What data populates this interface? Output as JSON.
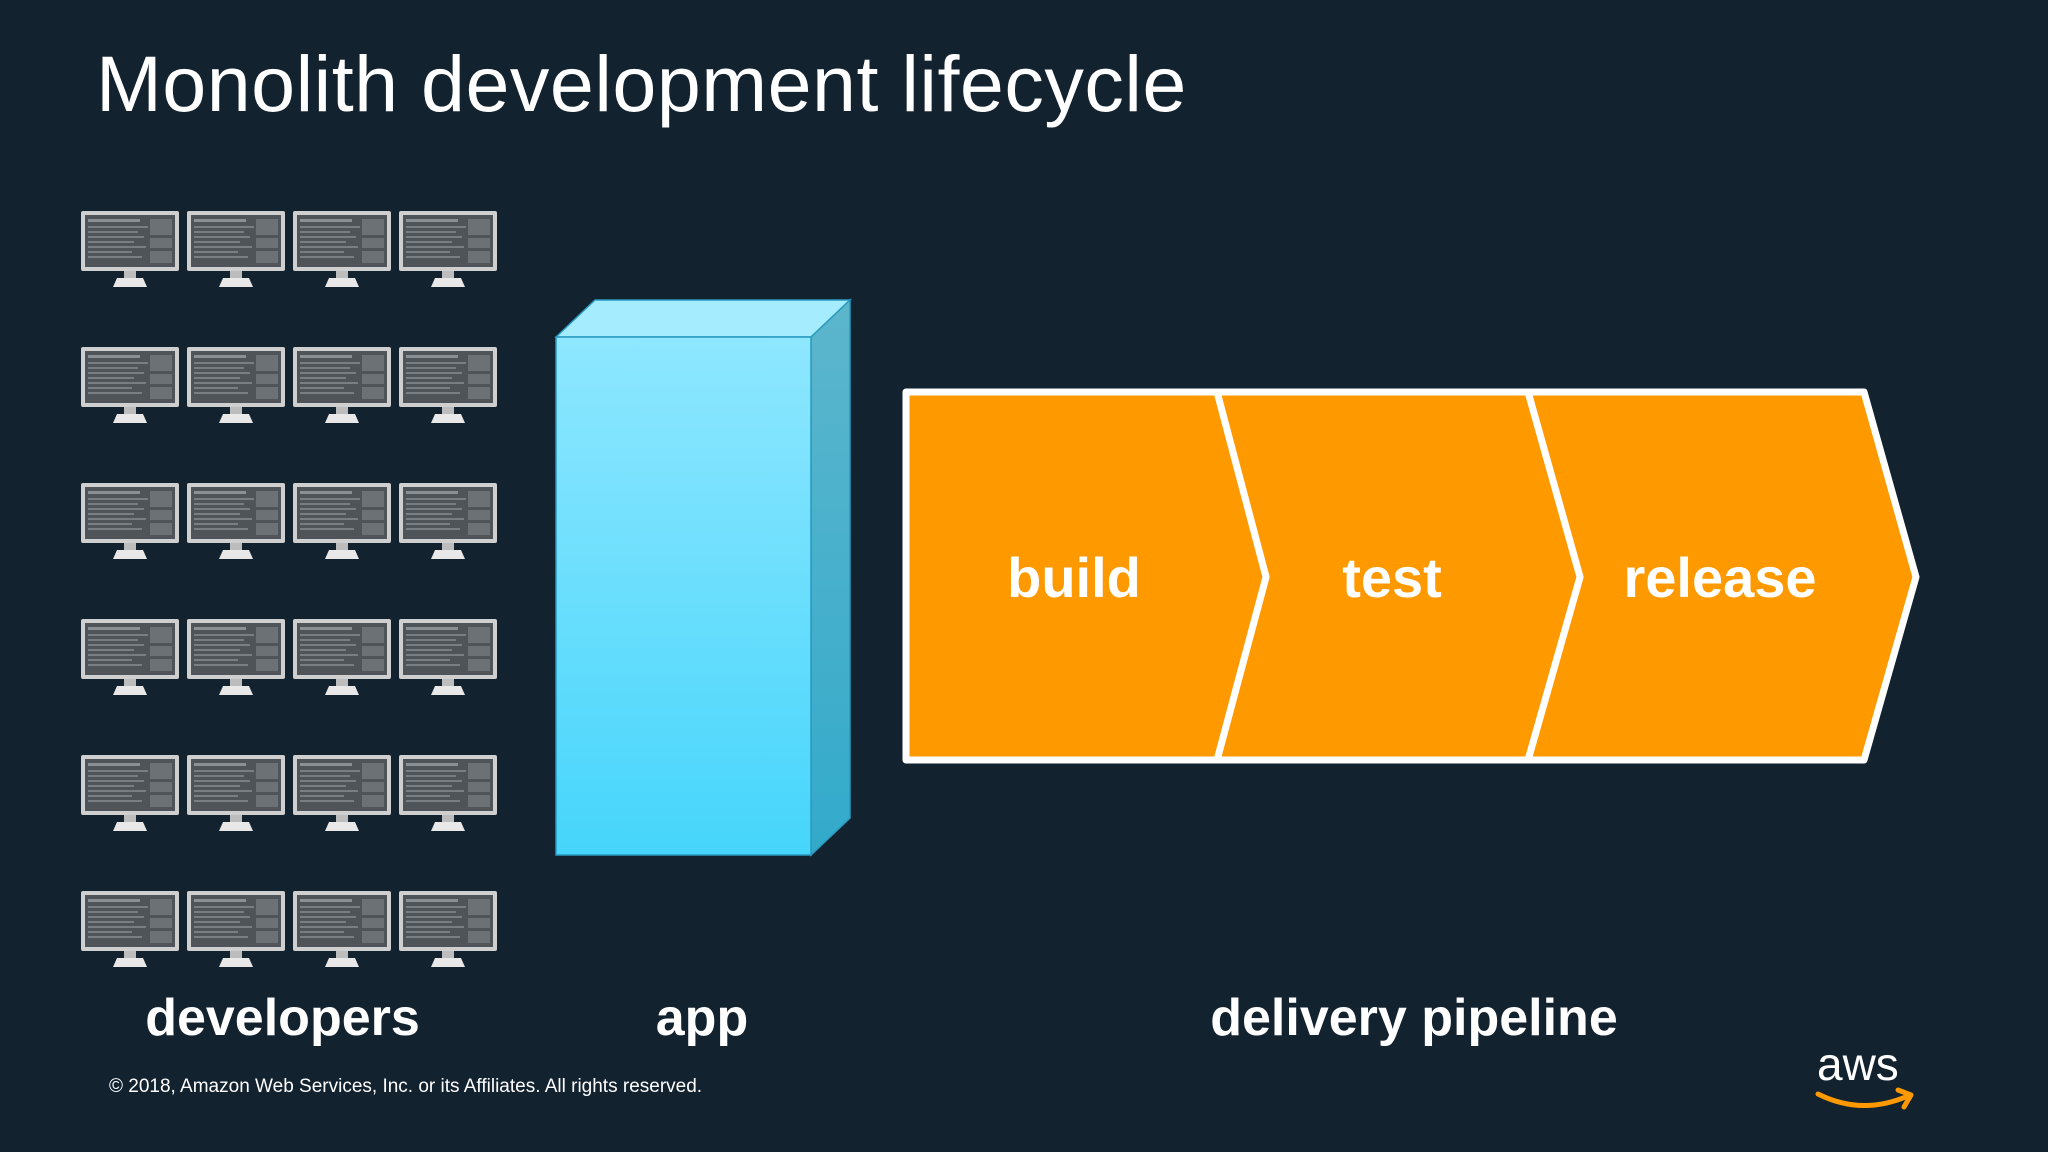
{
  "title": "Monolith development lifecycle",
  "developers": {
    "label": "developers",
    "rows": 6,
    "columns": 4,
    "icon": "computer-monitor-icon"
  },
  "app": {
    "label": "app",
    "color": "#5ad8fa"
  },
  "pipeline": {
    "label": "delivery pipeline",
    "stages": [
      "build",
      "test",
      "release"
    ],
    "color": "#ff9900",
    "border_color": "#ffffff"
  },
  "footer": {
    "copyright": "© 2018, Amazon Web Services, Inc. or its Affiliates. All rights reserved."
  },
  "logo": {
    "text": "aws",
    "accent_color": "#ff9900"
  }
}
